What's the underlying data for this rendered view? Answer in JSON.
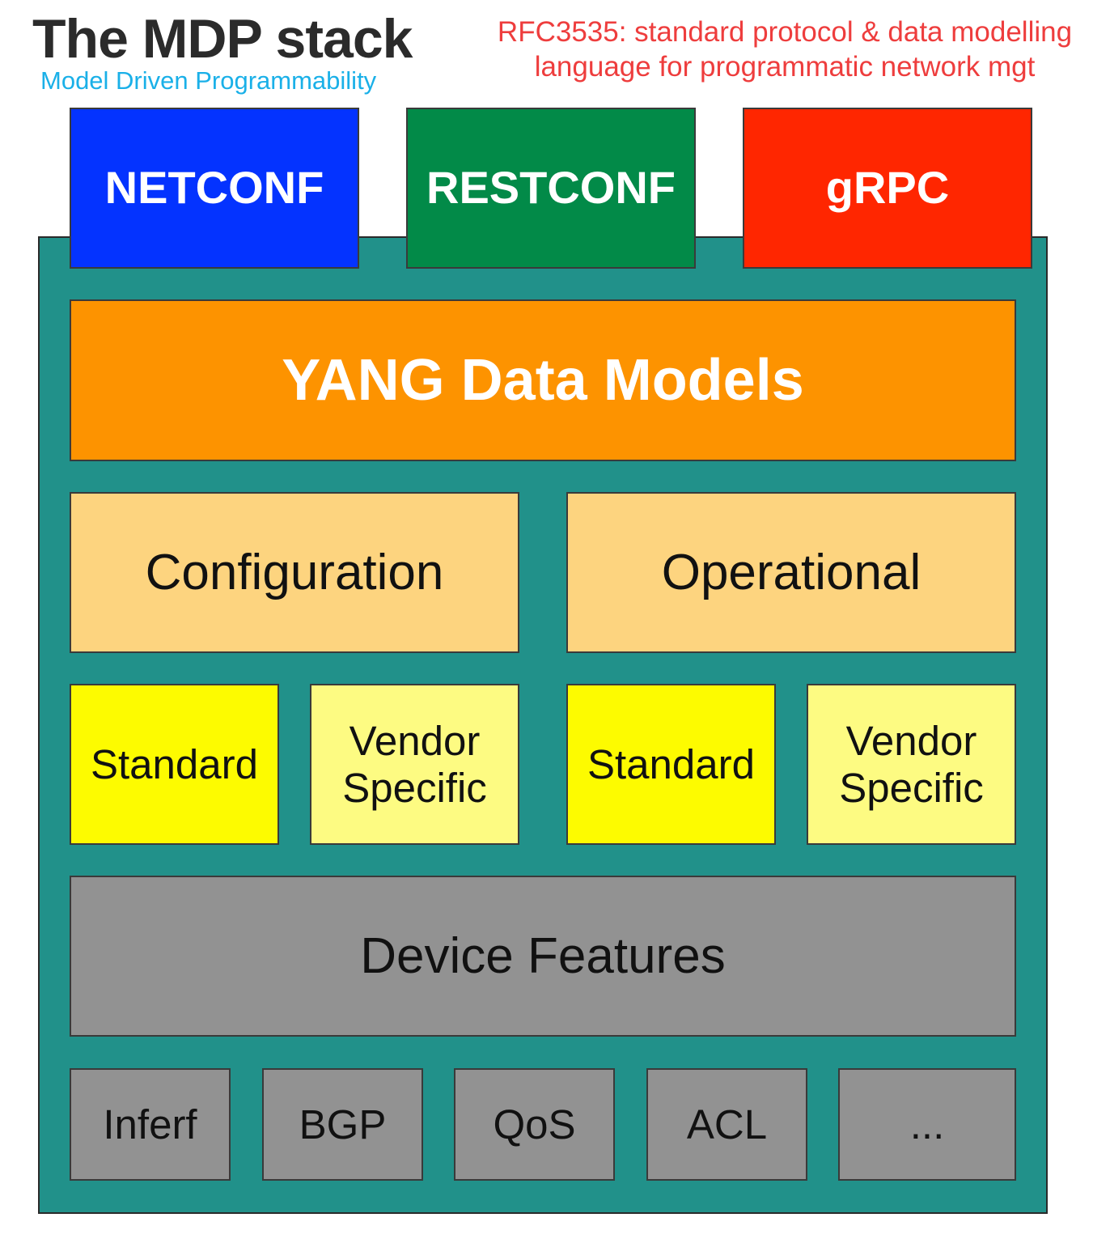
{
  "header": {
    "title": "The MDP stack",
    "subtitle": "Model Driven Programmability",
    "annotation_line1": "RFC3535: standard protocol & data modelling",
    "annotation_line2": "language for programmatic network mgt"
  },
  "protocols": [
    {
      "label": "NETCONF",
      "color": "#0433ff"
    },
    {
      "label": "RESTCONF",
      "color": "#028a48"
    },
    {
      "label": "gRPC",
      "color": "#ff2600"
    }
  ],
  "yang": {
    "label": "YANG Data Models",
    "color": "#fd9300"
  },
  "data_kinds": [
    {
      "label": "Configuration"
    },
    {
      "label": "Operational"
    }
  ],
  "model_scopes": [
    {
      "label": "Standard",
      "color": "#fdfb00"
    },
    {
      "label": "Vendor Specific",
      "color": "#fdfb82"
    },
    {
      "label": "Standard",
      "color": "#fdfb00"
    },
    {
      "label": "Vendor Specific",
      "color": "#fdfb82"
    }
  ],
  "device_features": {
    "label": "Device Features"
  },
  "features": [
    {
      "label": "Inferf"
    },
    {
      "label": "BGP"
    },
    {
      "label": "QoS"
    },
    {
      "label": "ACL"
    },
    {
      "label": "..."
    }
  ],
  "colors": {
    "container": "#21918a",
    "data_kind": "#fdd47f",
    "features": "#929292",
    "title": "#2b2b2b",
    "subtitle": "#1ab0e8",
    "annotation": "#ee3d3d"
  }
}
